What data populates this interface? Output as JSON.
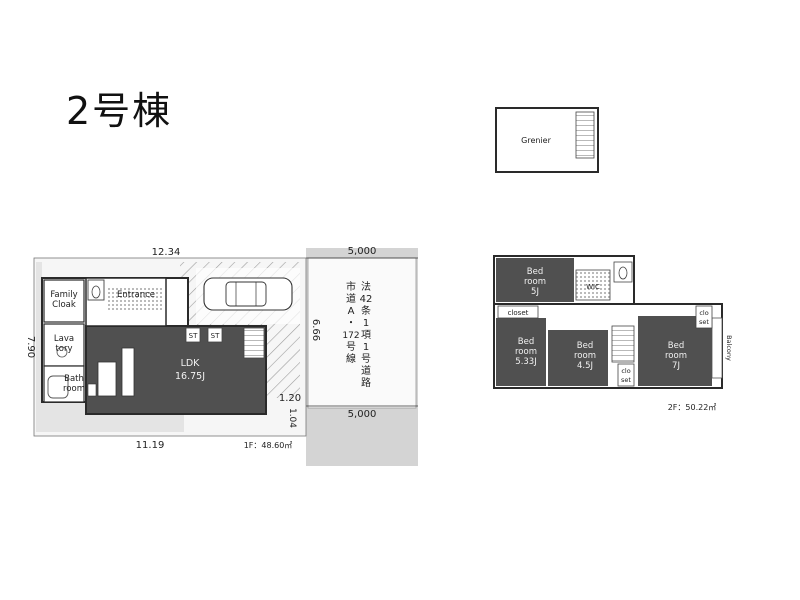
{
  "title": "2号棟",
  "floor1": {
    "dims": {
      "top": "12.34",
      "left": "7.90",
      "bottom": "11.19",
      "right_upper": "6.66",
      "right_lower": "1.04",
      "step": "1.20"
    },
    "area": "1F：48.60㎡",
    "rooms": {
      "family_cloak": [
        "Family",
        "Cloak"
      ],
      "entrance": "Entrance",
      "lavatory": [
        "Lava",
        "tory"
      ],
      "bathroom": [
        "Bath",
        "room"
      ],
      "ldk": [
        "LDK",
        "16.75J"
      ],
      "st1": "ST",
      "st2": "ST"
    }
  },
  "road": {
    "width_top": "5,000",
    "width_bottom": "5,000",
    "col1": [
      "法",
      "42",
      "条",
      "1",
      "項",
      "1",
      "号",
      "道",
      "路"
    ],
    "col2": [
      "市",
      "道",
      "A",
      "・",
      "172",
      "号",
      "線"
    ]
  },
  "grenier": {
    "label": "Grenier"
  },
  "floor2": {
    "area": "2F：50.22㎡",
    "rooms": {
      "bed_top": [
        "Bed",
        "room",
        "5J"
      ],
      "bed_left": [
        "Bed",
        "room",
        "5.33J"
      ],
      "bed_mid": [
        "Bed",
        "room",
        "4.5J"
      ],
      "bed_right": [
        "Bed",
        "room",
        "7J"
      ],
      "closet": "closet",
      "wic": "WIC",
      "clo_set_top": [
        "clo",
        "set"
      ],
      "clo_set_mid": [
        "clo",
        "set"
      ],
      "balcony": "Balcony"
    }
  },
  "colors": {
    "dark_floor": "#505050",
    "road": "#d4d4d4",
    "wall": "#2a2a2a",
    "garden": "#e8e8e8"
  }
}
